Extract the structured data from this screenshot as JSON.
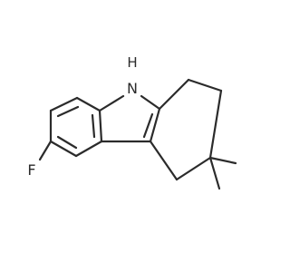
{
  "molecule": {
    "atoms": {
      "nh_h": "H",
      "nh_n": "N",
      "fluorine": "F"
    }
  },
  "colors": {
    "bond": "#2b2b2b",
    "label": "#2b2b2b",
    "background": "#ffffff"
  }
}
